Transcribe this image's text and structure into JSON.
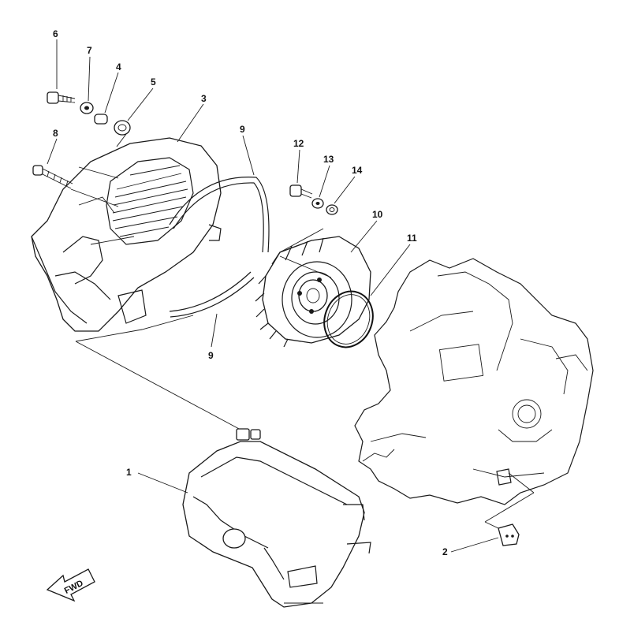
{
  "diagram": {
    "callouts": [
      {
        "id": "c1",
        "text": "1"
      },
      {
        "id": "c2",
        "text": "2"
      },
      {
        "id": "c3",
        "text": "3"
      },
      {
        "id": "c4",
        "text": "4"
      },
      {
        "id": "c5",
        "text": "5"
      },
      {
        "id": "c6",
        "text": "6"
      },
      {
        "id": "c7",
        "text": "7"
      },
      {
        "id": "c8",
        "text": "8"
      },
      {
        "id": "c9a",
        "text": "9"
      },
      {
        "id": "c9b",
        "text": "9"
      },
      {
        "id": "c10",
        "text": "10"
      },
      {
        "id": "c11",
        "text": "11"
      },
      {
        "id": "c12",
        "text": "12"
      },
      {
        "id": "c13",
        "text": "13"
      },
      {
        "id": "c14",
        "text": "14"
      }
    ],
    "fwd_label": "FWD"
  }
}
